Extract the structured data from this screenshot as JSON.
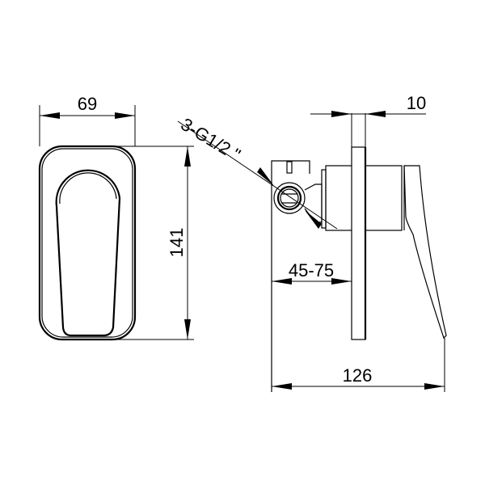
{
  "drawing": {
    "front_view": {
      "width_label": "69",
      "height_label": "141"
    },
    "side_view": {
      "plate_thickness_label": "10",
      "connection_label": "3-G1/2 \"",
      "wall_depth_label": "45-75",
      "total_depth_label": "126"
    }
  }
}
